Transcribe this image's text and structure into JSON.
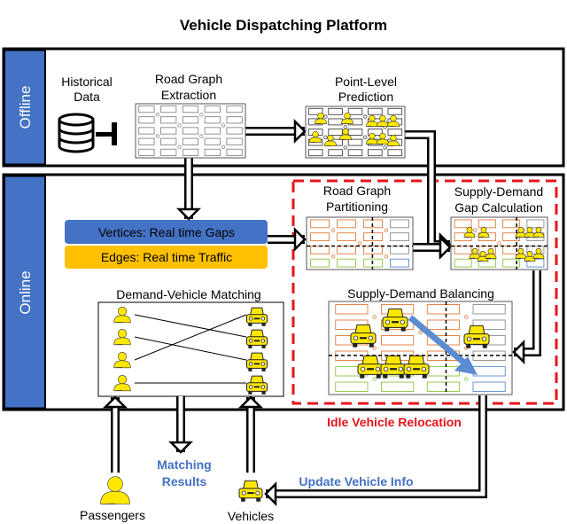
{
  "title": "Vehicle Dispatching Platform",
  "offline": {
    "label": "Offline",
    "historical_data": [
      "Historical",
      "Data"
    ],
    "road_graph_extraction": [
      "Road Graph",
      "Extraction"
    ],
    "point_level_prediction": [
      "Point-Level",
      "Prediction"
    ]
  },
  "online": {
    "label": "Online",
    "vertices_bar": "Vertices: Real time Gaps",
    "edges_bar": "Edges: Real time Traffic",
    "road_graph_partitioning": [
      "Road Graph",
      "Partitioning"
    ],
    "gap_calculation": [
      "Supply-Demand",
      "Gap Calculation"
    ],
    "balancing": "Supply-Demand Balancing",
    "matching": "Demand-Vehicle Matching",
    "idle_relocation": "Idle Vehicle Relocation"
  },
  "outputs": {
    "matching_results": [
      "Matching",
      "Results"
    ],
    "update_vehicle_info": "Update Vehicle Info",
    "passengers": "Passengers",
    "vehicles": "Vehicles"
  },
  "colors": {
    "blue": "#4472C4",
    "orange_bar": "#FFC000",
    "yellow_icon": "#FFE800",
    "red_dashed": "#E8141B",
    "partition_orange": "#E07B39",
    "partition_gray": "#8C8C8C",
    "partition_green": "#8DC63F",
    "partition_blue": "#5B8BD0"
  },
  "icons": [
    "database-icon",
    "plus-icon",
    "person-icon",
    "car-icon",
    "arrow-icon"
  ]
}
